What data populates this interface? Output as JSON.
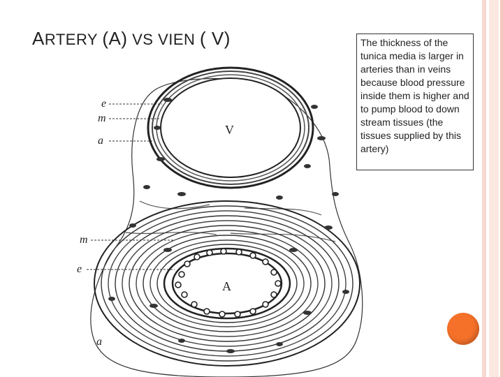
{
  "slide": {
    "title_first_letter": "A",
    "title_rest": "RTERY ",
    "title_paren_a": "(A)",
    "title_vs": " VS VIEN ",
    "title_paren_v": "( V)",
    "note": "The thickness of the tunica media is larger in arteries than in veins because blood pressure inside them is higher and to pump blood to down stream tissues (the tissues supplied by this artery)"
  },
  "figure": {
    "vein_letter": "V",
    "artery_letter": "A",
    "vein_labels": [
      "e",
      "m",
      "a"
    ],
    "artery_labels": [
      "m",
      "e",
      "a"
    ]
  },
  "colors": {
    "accent_orange": "#f5712a",
    "border_peach": "#f7d9cf"
  }
}
